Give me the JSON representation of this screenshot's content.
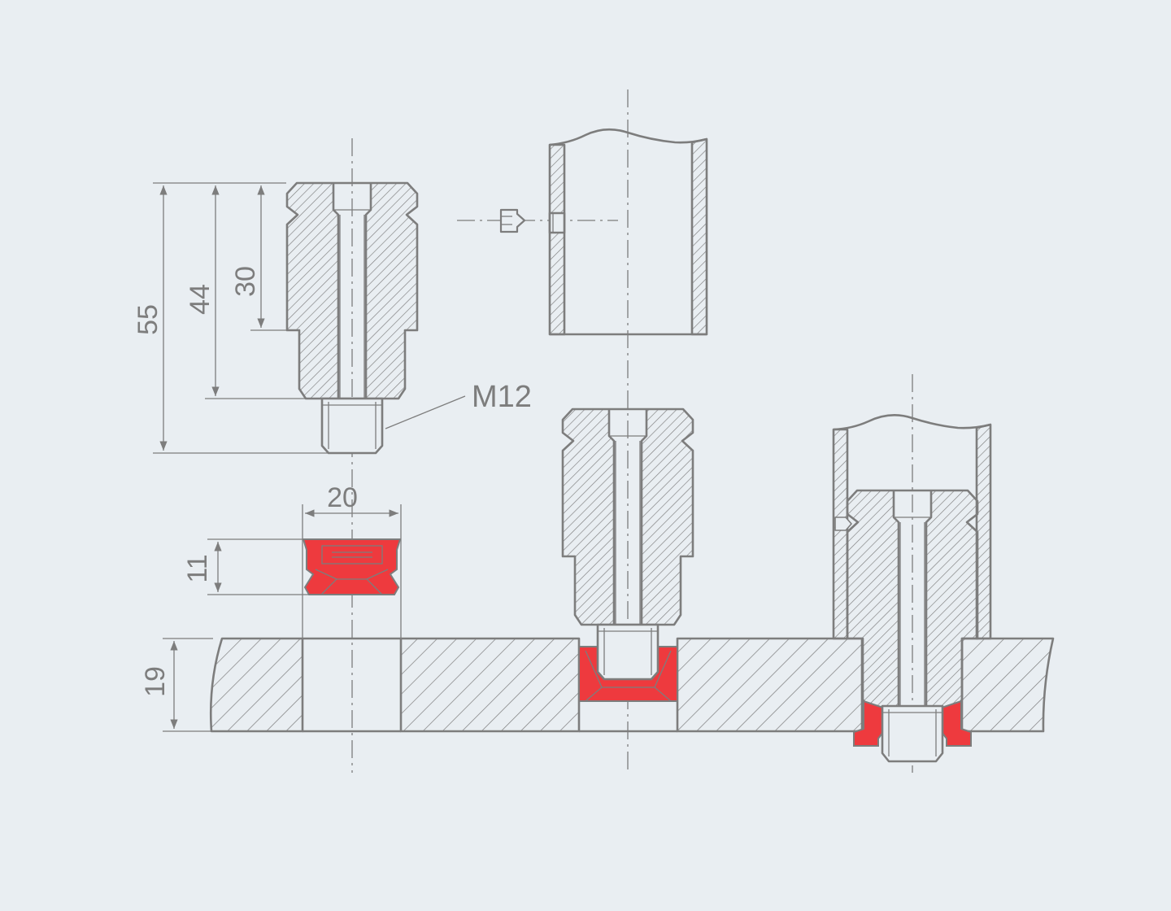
{
  "colors": {
    "background": "#e9eef2",
    "line": "#7d7d7d",
    "suction_cup": "#ee3a3e"
  },
  "dimensions": {
    "total_height": "55",
    "body_height": "44",
    "upper_body_height": "30",
    "cup_diameter": "20",
    "cup_height": "11",
    "plate_thickness": "19"
  },
  "callouts": {
    "thread": "M12"
  }
}
